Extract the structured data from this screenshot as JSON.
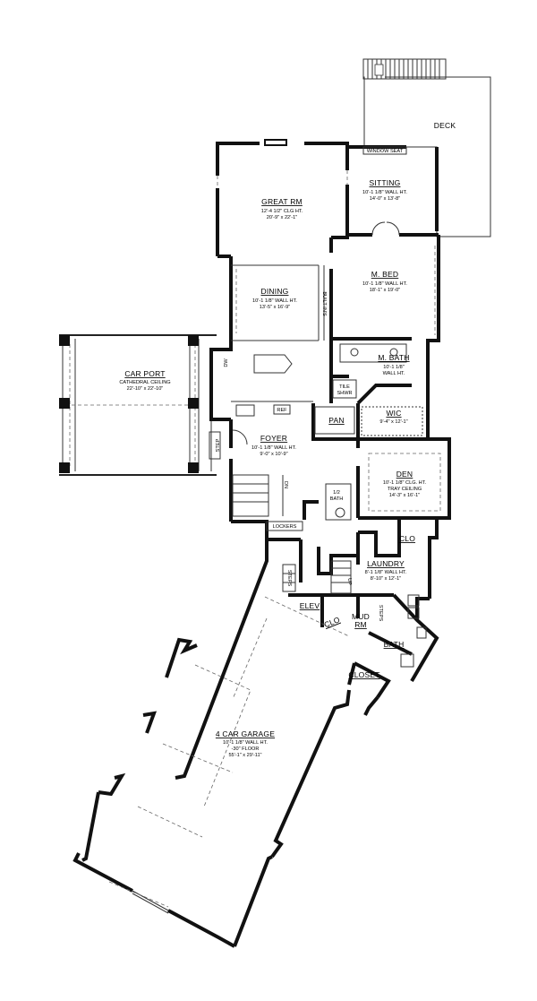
{
  "rooms": {
    "deck": {
      "name": "DECK"
    },
    "window_seat": {
      "name": "WINDOW SEAT"
    },
    "sitting": {
      "name": "SITTING",
      "lines": [
        "10'-1 1/8\" WALL HT.",
        "14'-0\" x 13'-8\""
      ]
    },
    "great_rm": {
      "name": "GREAT RM",
      "lines": [
        "12'-4 1/2\" CLG HT.",
        "20'-9\" x 22'-1\""
      ]
    },
    "m_bed": {
      "name": "M. BED",
      "lines": [
        "10'-1 1/8\" WALL HT.",
        "18'-1\" x 19'-0\""
      ]
    },
    "dining": {
      "name": "DINING",
      "lines": [
        "10'-1 1/8\" WALL HT.",
        "13'-5\" x 16'-9\""
      ]
    },
    "built_ins": {
      "name": "BUILT-IN'S"
    },
    "car_port": {
      "name": "CAR PORT",
      "lines": [
        "CATHEDRAL CEILING",
        "22'-10\" x 22'-10\""
      ]
    },
    "m_bath": {
      "name": "M. BATH",
      "lines": [
        "10'-1 1/8\"",
        "WALL HT."
      ]
    },
    "tile_shwr": {
      "name_lines": [
        "TILE",
        "SHWR"
      ]
    },
    "wic": {
      "name": "WIC",
      "lines": [
        "9'-4\" x 12'-1\""
      ]
    },
    "pan": {
      "name": "PAN"
    },
    "ref": {
      "name": "REF"
    },
    "dw": {
      "name": "DW"
    },
    "foyer": {
      "name": "FOYER",
      "lines": [
        "10'-1 1/8\" WALL HT.",
        "9'-0\" x 10'-9\""
      ]
    },
    "step": {
      "name": "STEP"
    },
    "den": {
      "name": "DEN",
      "lines": [
        "10'-1 1/8\" CLG. HT.",
        "TRAY CEILING",
        "14'-3\" x 16'-1\""
      ]
    },
    "dn": {
      "name": "DN"
    },
    "half_bath": {
      "name_lines": [
        "1/2",
        "BATH"
      ]
    },
    "lockers": {
      "name": "LOCKERS"
    },
    "clo_den": {
      "name": "CLO"
    },
    "laundry": {
      "name": "LAUNDRY",
      "lines": [
        "8'-1 1/8\" WALL HT.",
        "8'-10\" x 12'-1\""
      ]
    },
    "steps_left": {
      "name": "STEPS"
    },
    "up": {
      "name": "UP"
    },
    "elev": {
      "name": "ELEV"
    },
    "clo_mud": {
      "name": "CLO"
    },
    "mud_rm": {
      "name_lines": [
        "MUD",
        "RM"
      ]
    },
    "steps_mud": {
      "name": "STEPS"
    },
    "bath": {
      "name": "BATH"
    },
    "closet": {
      "name": "CLOSET"
    },
    "garage": {
      "name": "4 CAR GARAGE",
      "lines": [
        "10'-1 1/8\" WALL HT.",
        "-30\" FLOOR",
        "55'-1\" x 29'-11\""
      ]
    }
  }
}
